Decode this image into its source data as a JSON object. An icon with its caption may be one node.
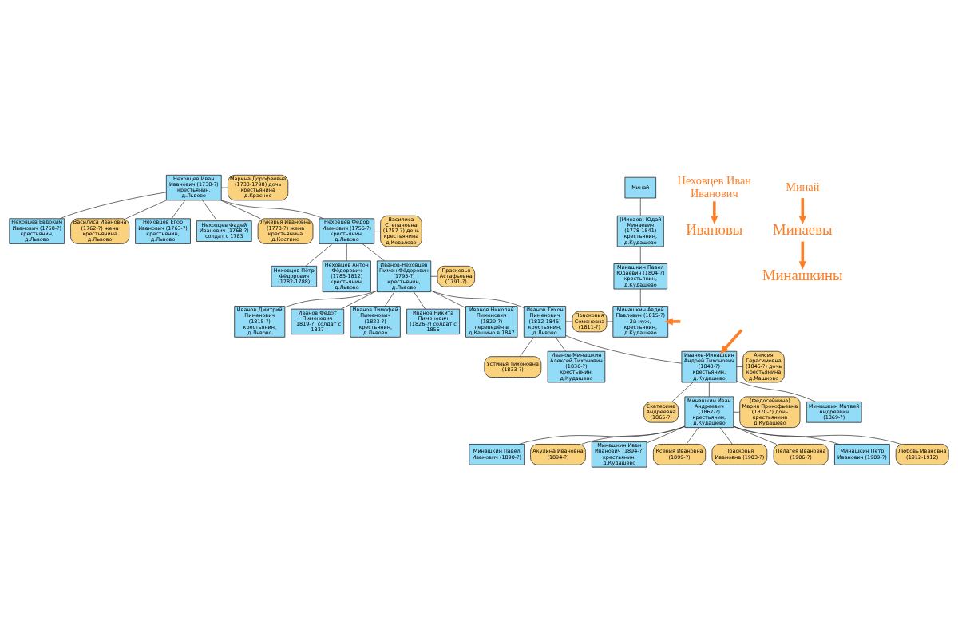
{
  "diagram": {
    "nodes": [
      {
        "text": [
          "Неховцев Иван Иванович (1738-?) крестьянин, д.Львово"
        ]
      },
      {
        "text": [
          "Марина Дорофеевна (1733-1790) дочь крестьянина д.Красное"
        ]
      },
      {
        "text": [
          "Неховцев Иван Иванович"
        ]
      },
      {
        "text": [
          "Минай"
        ]
      },
      {
        "text": [
          "Минай"
        ]
      },
      {
        "text": [
          "Неховцев Евдоким Иванович (1758-?) крестьянин, д.Львово"
        ]
      },
      {
        "text": [
          "Василиса Ивановна (1762-?) жена крестьянина д.Львово"
        ]
      },
      {
        "text": [
          "Неховцев Егор Иванович (1763-?) крестьянин, д.Львово"
        ]
      },
      {
        "text": [
          "Неховцев Фадей Иванович (1768-?) солдат с 1783"
        ]
      },
      {
        "text": [
          "Лукерья Ивановна (1773-?) жена крестьянина д.Костино"
        ]
      },
      {
        "text": [
          "Неховцев Фёдор Иванович (1756-?) крестьянин, д.Львово"
        ]
      },
      {
        "text": [
          "Василиса Степановна (1757-?) дочь крестьянина д.Ковалево"
        ]
      },
      {
        "text": [
          "Ивановы"
        ]
      },
      {
        "text": [
          "(Минаев) Юдай Минаевич (1778-1841) крестьянин, д.Кудашево"
        ]
      },
      {
        "text": [
          "Минаевы"
        ]
      },
      {
        "text": [
          "Неховцев Пётр Фёдорович (1782-1788)"
        ]
      },
      {
        "text": [
          "Неховцев Антон Фёдорович (1785-1812) крестьянин, д.Львово"
        ]
      },
      {
        "text": [
          "Иванов-Неховцев Пимен Фёдорович (1795-?) крестьянин, д.Львово"
        ]
      },
      {
        "text": [
          "Прасковья Астафьевна (1791-?)"
        ]
      },
      {
        "text": [
          "Минашкин Павел Юдаевич (1804-?) крестьянин, д.Кудашево"
        ]
      },
      {
        "text": [
          "Минашкины"
        ]
      },
      {
        "text": [
          "Иванов Дмитрий Пименович (1815-?) крестьянин, д.Львово"
        ]
      },
      {
        "text": [
          "Иванов Федот Пименович (1819-?) солдат с 1837"
        ]
      },
      {
        "text": [
          "Иванов Тимофей Пименович (1823-?) крестьянин, д.Львово"
        ]
      },
      {
        "text": [
          "Иванов Никита Пименович (1826-?) солдат с 1855"
        ]
      },
      {
        "text": [
          "Иванов Николай Пименович (1829-?) переведён в д.Кашино в 1847"
        ]
      },
      {
        "text": [
          "Иванов Тихон Пименович (1812-1845) крестьянин, д.Львово"
        ]
      },
      {
        "text": [
          "Прасковья Семеновна (1811-?)"
        ]
      },
      {
        "text": [
          "Минашкин Авдей Павлович (1815-?) 2й муж, крестьянин, д.Кудашево"
        ]
      },
      {
        "text": [
          "Устинья Тихоновна (1833-?)"
        ]
      },
      {
        "text": [
          "Иванов-Минашкин Алексей Тихонович (1836-?) крестьянин, д.Кудашево"
        ]
      },
      {
        "text": [
          "Иванов-Минашкин Андрей Тихонович (1843-?) крестьянин, д.Кудашево"
        ]
      },
      {
        "text": [
          "Анисия Герасимовна (1845-?) дочь крестьянина д.Машково"
        ]
      },
      {
        "text": [
          "Екатерина Андреевна (1865-?)"
        ]
      },
      {
        "text": [
          "Минашкин Иван Андреевич (1867-?) крестьянин, д.Кудашево"
        ]
      },
      {
        "text": [
          "(Федосейкина) Мария Прокофьевна (1870-?) дочь крестьянина д.Кудашево"
        ]
      },
      {
        "text": [
          "Минашкин Матвей Андреевич (1869-?)"
        ]
      },
      {
        "text": [
          "Минашкин Павел Иванович (1890-?)"
        ]
      },
      {
        "text": [
          "Акулина Ивановна (1894-?)"
        ]
      },
      {
        "text": [
          "Минашкин Иван Иванович (1894-?) крестьянин, д.Кудашево"
        ]
      },
      {
        "text": [
          "Ксения Ивановна (1899-?)"
        ]
      },
      {
        "text": [
          "Прасковья Ивановна (1903-?)"
        ]
      },
      {
        "text": [
          "Пелагея Ивановна (1906-?)"
        ]
      },
      {
        "text": [
          "Минашкин Пётр Иванович (1909-?)"
        ]
      },
      {
        "text": [
          "Любовь Ивановна (1912-1912)"
        ]
      }
    ],
    "edges": [
      {
        "from": 0,
        "to": 1,
        "arrow": "none"
      },
      {
        "from": 0,
        "to": 5,
        "arrow": "none"
      },
      {
        "from": 0,
        "to": 6,
        "arrow": "none"
      },
      {
        "from": 0,
        "to": 7,
        "arrow": "none"
      },
      {
        "from": 0,
        "to": 8,
        "arrow": "none"
      },
      {
        "from": 0,
        "to": 9,
        "arrow": "none"
      },
      {
        "from": 0,
        "to": 10,
        "arrow": "none"
      },
      {
        "from": 10,
        "to": 11,
        "arrow": "none"
      },
      {
        "from": 10,
        "to": 15,
        "arrow": "none"
      },
      {
        "from": 10,
        "to": 16,
        "arrow": "none"
      },
      {
        "from": 10,
        "to": 17,
        "arrow": "none"
      },
      {
        "from": 17,
        "to": 18,
        "arrow": "none"
      },
      {
        "from": 17,
        "to": 21,
        "arrow": "none"
      },
      {
        "from": 17,
        "to": 22,
        "arrow": "none"
      },
      {
        "from": 17,
        "to": 23,
        "arrow": "none"
      },
      {
        "from": 17,
        "to": 24,
        "arrow": "none"
      },
      {
        "from": 17,
        "to": 25,
        "arrow": "none"
      },
      {
        "from": 17,
        "to": 26,
        "arrow": "none"
      },
      {
        "from": 26,
        "to": 27,
        "arrow": "none"
      },
      {
        "from": 27,
        "to": 28,
        "arrow": "none"
      },
      {
        "from": 26,
        "to": 29,
        "arrow": "none"
      },
      {
        "from": 26,
        "to": 30,
        "arrow": "none"
      },
      {
        "from": 26,
        "to": 31,
        "arrow": "none"
      },
      {
        "from": 31,
        "to": 32,
        "arrow": "none"
      },
      {
        "from": 31,
        "to": 33,
        "arrow": "none"
      },
      {
        "from": 31,
        "to": 34,
        "arrow": "none"
      },
      {
        "from": 31,
        "to": 36,
        "arrow": "none"
      },
      {
        "from": 34,
        "to": 35,
        "arrow": "none"
      },
      {
        "from": 34,
        "to": 37,
        "arrow": "none"
      },
      {
        "from": 34,
        "to": 38,
        "arrow": "none"
      },
      {
        "from": 34,
        "to": 39,
        "arrow": "none"
      },
      {
        "from": 34,
        "to": 40,
        "arrow": "none"
      },
      {
        "from": 34,
        "to": 41,
        "arrow": "none"
      },
      {
        "from": 34,
        "to": 42,
        "arrow": "none"
      },
      {
        "from": 34,
        "to": 43,
        "arrow": "none"
      },
      {
        "from": 34,
        "to": 44,
        "arrow": "none"
      },
      {
        "from": 3,
        "to": 13,
        "arrow": "none"
      },
      {
        "from": 13,
        "to": 19,
        "arrow": "none"
      },
      {
        "from": 19,
        "to": 28,
        "arrow": "none"
      },
      {
        "from": 2,
        "to": 12,
        "arrow": "to",
        "style": "thick",
        "color": "#ff7f27"
      },
      {
        "from": 4,
        "to": 14,
        "arrow": "to",
        "style": "thick",
        "color": "#ff7f27"
      },
      {
        "from": 14,
        "to": 20,
        "arrow": "to",
        "style": "thick",
        "color": "#ff7f27"
      },
      {
        "from": null,
        "to": 28,
        "arrow": "to",
        "style": "thick",
        "color": "#ff7f27"
      },
      {
        "from": null,
        "to": 31,
        "arrow": "to",
        "style": "thick",
        "color": "#ff7f27"
      }
    ]
  }
}
